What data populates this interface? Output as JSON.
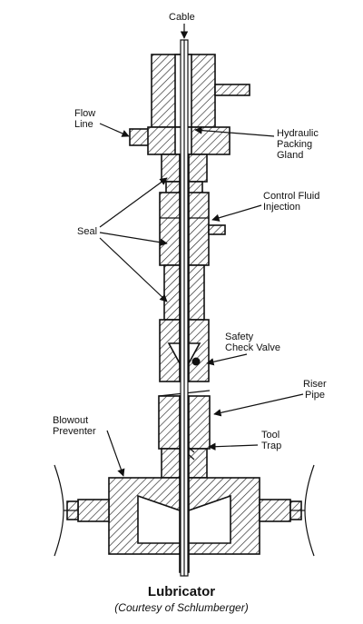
{
  "labels": {
    "cable": "Cable",
    "flow_line_1": "Flow",
    "flow_line_2": "Line",
    "hydraulic_1": "Hydraulic",
    "hydraulic_2": "Packing",
    "hydraulic_3": "Gland",
    "control_1": "Control Fluid",
    "control_2": "Injection",
    "seal": "Seal",
    "safety_1": "Safety",
    "safety_2": "Check Valve",
    "riser_1": "Riser",
    "riser_2": "Pipe",
    "blowout_1": "Blowout",
    "blowout_2": "Preventer",
    "tool_1": "Tool",
    "tool_2": "Trap"
  },
  "caption": {
    "title": "Lubricator",
    "source": "(Courtesy of Schlumberger)"
  }
}
